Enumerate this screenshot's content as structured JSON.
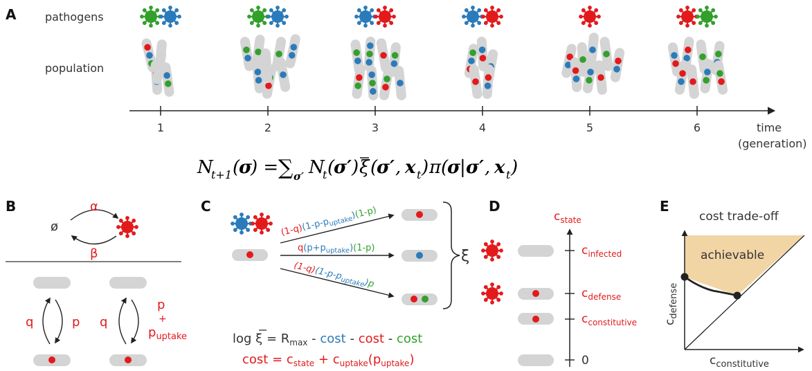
{
  "colors": {
    "red": "#e31a1c",
    "blue": "#2b7bba",
    "green": "#33a02c",
    "cell": "#d4d4d4",
    "achievable": "#f2d5a5"
  },
  "panel_labels": {
    "a": "A",
    "b": "B",
    "c": "C",
    "d": "D",
    "e": "E"
  },
  "panelA": {
    "row_pathogens": "pathogens",
    "row_population": "population",
    "axis_ticks": [
      "1",
      "2",
      "3",
      "4",
      "5",
      "6"
    ],
    "axis_label_1": "time",
    "axis_label_2": "(generation)",
    "equation": "N_{t+1}(σ) = Σ_{σ'} N_t(σ') ξ̄(σ', x_t) π(σ|σ', x_t)"
  },
  "panelB": {
    "empty_set": "ø",
    "alpha": "α",
    "beta": "β",
    "q_left": "q",
    "p_left": "p",
    "q_right": "q",
    "p_right_top": "p",
    "plus": "+",
    "p_uptake": "p",
    "p_uptake_sub": "uptake"
  },
  "panelC": {
    "t1_parts": [
      "(1-q)",
      "(1-p-p",
      "uptake",
      ")",
      "(1-p)"
    ],
    "t2_parts": [
      "q",
      "(p+p",
      "uptake",
      ")",
      "(1-p)"
    ],
    "t3_parts": [
      "(1-q)",
      "(1-p-p",
      "uptake",
      ")",
      "p"
    ],
    "xi": "ξ",
    "log_prefix": "log ",
    "xi_bar": "ξ",
    "eq_mid": " = R",
    "rmax_sub": "max",
    "cost": "cost",
    "minus": " - ",
    "cost_eq": "cost  = c",
    "state_sub": "state",
    "plus_c": "  + c",
    "uptake_sub": "uptake",
    "paren_open": "(p",
    "paren_close": ")"
  },
  "panelD": {
    "axis_c": "c",
    "axis_sub": "state",
    "labels": [
      {
        "c": "c",
        "sub": "infected"
      },
      {
        "c": "c",
        "sub": "defense"
      },
      {
        "c": "c",
        "sub": "constitutive"
      }
    ],
    "zero": "0"
  },
  "panelE": {
    "title": "cost trade-off",
    "region": "achievable",
    "ylabel_c": "c",
    "ylabel_sub": "defense",
    "xlabel_c": "c",
    "xlabel_sub": "constitutive"
  }
}
